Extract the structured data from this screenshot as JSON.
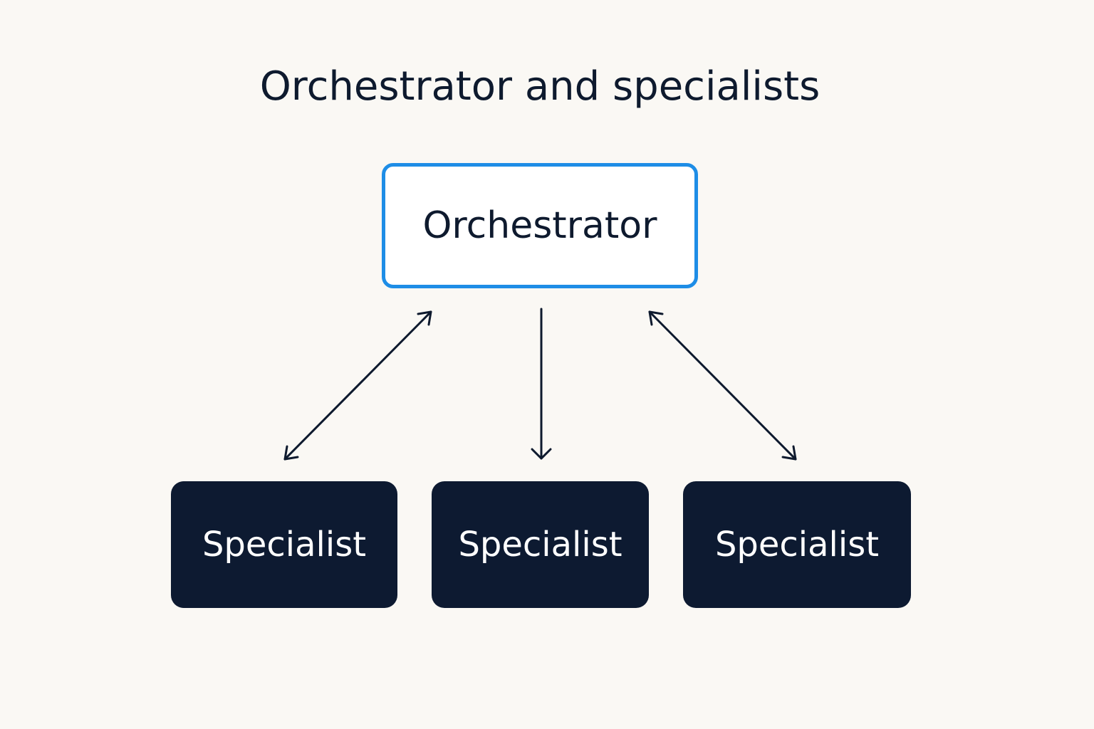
{
  "title": "Orchestrator and specialists",
  "orchestrator": {
    "label": "Orchestrator"
  },
  "specialists": [
    {
      "label": "Specialist"
    },
    {
      "label": "Specialist"
    },
    {
      "label": "Specialist"
    }
  ],
  "connectors": [
    {
      "from": "orchestrator",
      "to": "specialist-1",
      "direction": "bidirectional"
    },
    {
      "from": "orchestrator",
      "to": "specialist-2",
      "direction": "one-way"
    },
    {
      "from": "orchestrator",
      "to": "specialist-3",
      "direction": "bidirectional"
    }
  ],
  "colors": {
    "background": "#faf8f4",
    "text": "#0e1a2e",
    "orchestrator_border": "#1e8de6",
    "specialist_fill": "#0d1a31",
    "arrow": "#0e1a2e"
  }
}
